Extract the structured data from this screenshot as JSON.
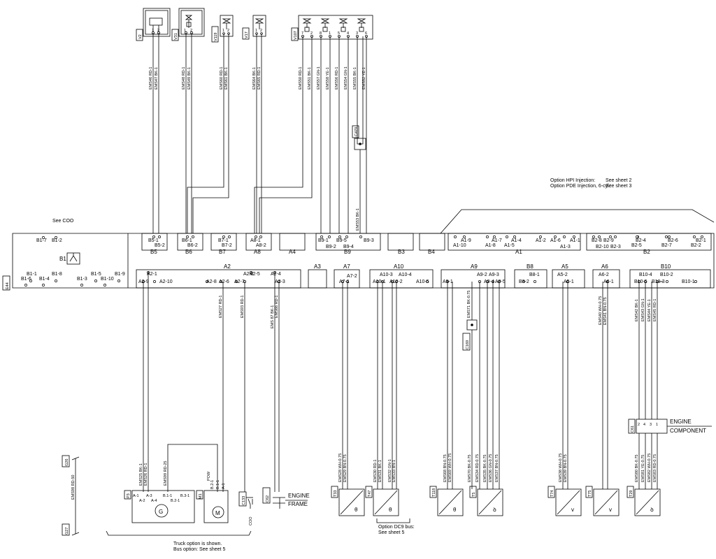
{
  "ecu": {
    "id": "E44",
    "note": "See COO",
    "groups": [
      {
        "id": "b1",
        "label": "B1",
        "pins": [
          "B1-7",
          "B1-2",
          "B1-1",
          "B1-8",
          "B1-5",
          "B1-9",
          "B1-6",
          "B1-4",
          "B1-3",
          "B1-10"
        ]
      },
      {
        "id": "b5",
        "label": "B5",
        "pins": [
          "B5-1",
          "B5-2"
        ]
      },
      {
        "id": "b6",
        "label": "B6",
        "pins": [
          "B6-1",
          "B6-2"
        ]
      },
      {
        "id": "b7",
        "label": "B7",
        "pins": [
          "B7-1",
          "B7-2"
        ]
      },
      {
        "id": "a8",
        "label": "A8",
        "pins": [
          "A8-1",
          "A8-2"
        ]
      },
      {
        "id": "a4",
        "label": "A4",
        "pins": []
      },
      {
        "id": "b9",
        "label": "B9",
        "pins": [
          "B9-1",
          "B9-2",
          "B9-5",
          "B9-4",
          "B9-3"
        ]
      },
      {
        "id": "b3",
        "label": "B3",
        "pins": []
      },
      {
        "id": "b4",
        "label": "B4",
        "pins": []
      },
      {
        "id": "a1",
        "label": "A1",
        "pins": [
          "A1-9",
          "A1-10",
          "A1-7",
          "A1-8",
          "A1-4",
          "A1-5",
          "A1-2",
          "A1-6",
          "A1-3",
          "A1-1"
        ]
      },
      {
        "id": "b2",
        "label": "B2",
        "pins": [
          "B2-8",
          "B2-9",
          "B2-10",
          "B2-3",
          "B2-4",
          "B2-5",
          "B2-6",
          "B2-7",
          "B2-1",
          "B2-2"
        ]
      },
      {
        "id": "a2",
        "label": "A2",
        "pins": [
          "A2-1",
          "A2-9",
          "A2-10",
          "A2-5",
          "A2-2",
          "A2-4",
          "A2-8",
          "A2-6",
          "A2-7",
          "A2-3"
        ]
      },
      {
        "id": "a3",
        "label": "A3",
        "pins": []
      },
      {
        "id": "a7",
        "label": "A7",
        "pins": [
          "A7-2",
          "A7-1"
        ]
      },
      {
        "id": "a10",
        "label": "A10",
        "pins": [
          "A10-3",
          "A10-4",
          "A10-1",
          "A10-2",
          "A10-5"
        ]
      },
      {
        "id": "a9",
        "label": "A9",
        "pins": [
          "A9-1",
          "A9-2",
          "A9-3",
          "A9-4",
          "A9-5"
        ]
      },
      {
        "id": "b8",
        "label": "B8",
        "pins": [
          "B8-1",
          "B8-2"
        ]
      },
      {
        "id": "a5",
        "label": "A5",
        "pins": [
          "A5-2",
          "A5-1"
        ]
      },
      {
        "id": "a6",
        "label": "A6",
        "pins": [
          "A6-2",
          "A6-1"
        ]
      },
      {
        "id": "b10",
        "label": "B10",
        "pins": [
          "B10-4",
          "B10-2",
          "B10-5",
          "B10-3",
          "B10-1"
        ]
      }
    ]
  },
  "top_components": [
    {
      "id": "V2",
      "wires": [
        "EMS46 RD-1",
        "EMS47 BK-1"
      ]
    },
    {
      "id": "V31",
      "wires": [
        "EMS48 RD-1",
        "EMS49 BK-1"
      ]
    },
    {
      "id": "V119",
      "wires": [
        "EMS60 RD-1",
        "EMS61 BK-1"
      ]
    },
    {
      "id": "V17",
      "wires": [
        "EMS64 BK-1",
        "EMS65 RD-1"
      ]
    },
    {
      "id": "V107",
      "wires": [
        "EMS50 RD-1",
        "EMS51 BK-1",
        "EMS57 GN-1",
        "EMS58 YE-1",
        "EMS56 RD-1",
        "EMS54 GN-1",
        "EMS55 BK-1",
        "EMS52 YE-1"
      ]
    }
  ],
  "top_pin_numbers": {
    "v2": [
      "1",
      "2"
    ],
    "v31": [
      "1",
      "2"
    ],
    "v119": [
      "1",
      "2"
    ],
    "v17": [
      "1",
      "2"
    ],
    "v107": [
      "7",
      "2",
      "8",
      "1",
      "5",
      "4",
      "3",
      "6"
    ]
  },
  "splices": {
    "c479": "C479",
    "c169": "C169",
    "c479_wire": "EMS53 BK-1",
    "c169_wire": "EMS71 BK-0.75"
  },
  "option_notes": {
    "hpi": "Option HPI Injection:",
    "hpi_ref": "See sheet 2",
    "pde": "Option PDE Injection, 6-cyl.:",
    "pde_ref": "See sheet 3"
  },
  "bottom_wires": {
    "a2": [
      "EMS27 RD-1",
      "EMS93 RD-1",
      "EMS 87 BK-1",
      "EMS66 RD-1"
    ],
    "p3": [
      "EMS25 BK-1",
      "EMS26 RD-1",
      "EMS99 RD-25"
    ],
    "t33": [
      "EMS28 WH-0.75",
      "EMS29 BN-0.75"
    ],
    "t47": [
      "EMS30 RD-1",
      "EMS31 BK-1",
      "EMS32 GN-1",
      "EMS33 BN-1"
    ],
    "t118": [
      "EMS68 BN-0.75",
      "EMS69 WH-0.75"
    ],
    "t5": [
      "EMS70 BK-0.75",
      "EMS34 RD-0.75",
      "EMS35 BK-0.75",
      "EMS36 GN-0.75",
      "EMS37 BN-0.75"
    ],
    "t74": [
      "EMS38 WH-0.75",
      "EMS39 BN-0.75"
    ],
    "a6": [
      "EMS40 WH-0.75",
      "EMS41 BN-0.75"
    ],
    "b10": [
      "EMS42 BK-1",
      "EMS43 GN-1",
      "EMS44 YE-1",
      "EMS45 RD-1"
    ],
    "t29": [
      "EMS80 BK-0.75",
      "EMS81 YE-0.75",
      "EMS82 WH-0.75",
      "EMS83 RD-0.75"
    ],
    "g26": [
      "EMS98 RD-50"
    ]
  },
  "bottom_components": {
    "p3": {
      "id": "P3",
      "pins": [
        "A-1",
        "A-3",
        "B.1-1",
        "B.3-1",
        "A-2",
        "A-4",
        "B.2-1"
      ],
      "symbol": "G"
    },
    "m1": {
      "id": "M1",
      "pins": [
        "B.2-1",
        "B.1-1",
        "A-1"
      ],
      "symbol": "M",
      "label": "POW"
    },
    "c133": {
      "id": "C133",
      "label": "COO"
    },
    "c62": {
      "id": "C62",
      "label1": "ENGINE",
      "label2": "FRAME"
    },
    "c61": {
      "id": "C61",
      "label1": "ENGINE",
      "label2": "COMPONENT",
      "pins": [
        "2",
        "4",
        "3",
        "1"
      ]
    },
    "sensors": [
      {
        "id": "T33",
        "symbol": "θ"
      },
      {
        "id": "T47",
        "symbol": "θ"
      },
      {
        "id": "T118",
        "symbol": "θ"
      },
      {
        "id": "T5",
        "symbol": "ꝺ"
      },
      {
        "id": "T74",
        "symbol": "v"
      },
      {
        "id": "T75",
        "symbol": "v"
      },
      {
        "id": "T29",
        "symbol": "ꝺ"
      }
    ],
    "g26": "G26",
    "g27": "G27"
  },
  "footer_notes": {
    "dc9_1": "Option DC9 bus:",
    "dc9_2": "See sheet 5",
    "truck_1": "Truck option is shown.",
    "truck_2": "Bus option: See sheet 5"
  }
}
